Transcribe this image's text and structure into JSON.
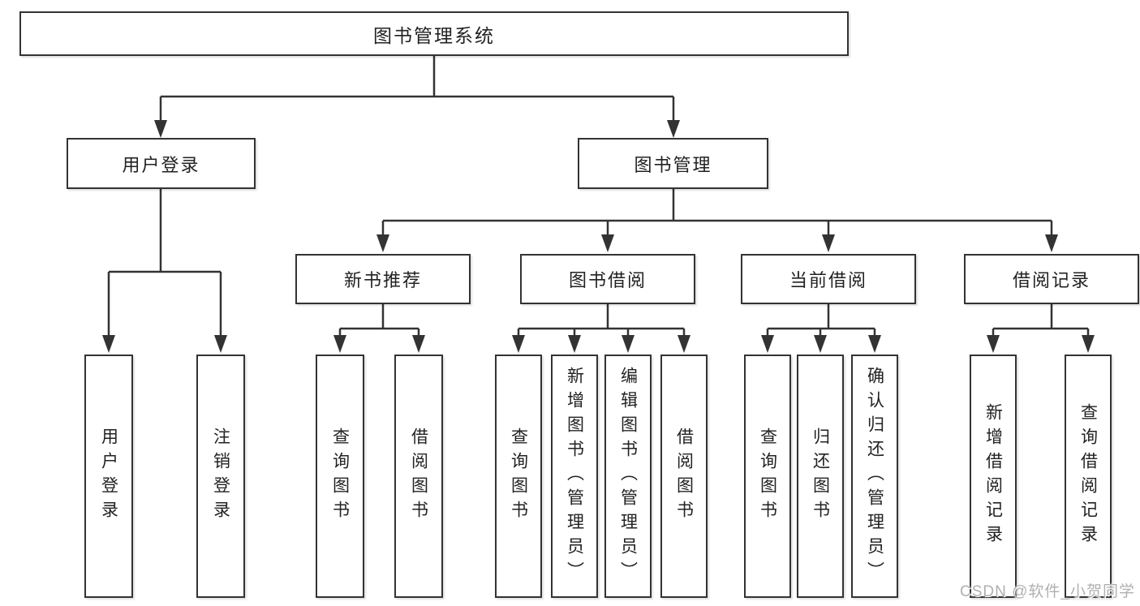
{
  "diagram": {
    "nodes": {
      "root": "图书管理系统",
      "user_login": "用户登录",
      "book_management": "图书管理",
      "new_book_recommend": "新书推荐",
      "book_borrow": "图书借阅",
      "current_borrow": "当前借阅",
      "borrow_records": "借阅记录"
    },
    "leaves": {
      "user_login": [
        "用户登录",
        "注销登录"
      ],
      "new_book_recommend": [
        "查询图书",
        "借阅图书"
      ],
      "book_borrow": [
        "查询图书",
        "新增图书（管理员）",
        "编辑图书（管理员）",
        "借阅图书"
      ],
      "current_borrow": [
        "查询图书",
        "归还图书",
        "确认归还（管理员）"
      ],
      "borrow_records": [
        "新增借阅记录",
        "查询借阅记录"
      ]
    },
    "colors": {
      "line": "#333333",
      "box_border": "#333333",
      "box_fill": "#ffffff",
      "text": "#222222",
      "watermark": "#b0b0b0"
    }
  },
  "watermark": {
    "text": "CSDN @软件_小贺同学"
  }
}
